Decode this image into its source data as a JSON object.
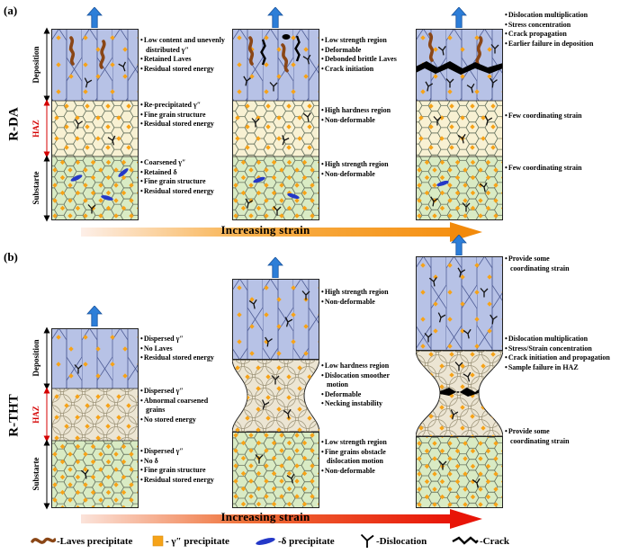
{
  "figure": {
    "label_a": "(a)",
    "label_b": "(b)",
    "row_a_title": "R-DA",
    "row_b_title": "R-THT",
    "axis": {
      "deposition": "Deposition",
      "haz": "HAZ",
      "substrate": "Substarte"
    },
    "strain_label": "Increasing strain"
  },
  "row_a": {
    "p1": {
      "dep": [
        "Low content and unevenly distributed γ″",
        "Retained Laves",
        "Residual stored energy"
      ],
      "haz": [
        "Re-precipitated γ″",
        "Fine grain structure",
        "Residual stored energy"
      ],
      "sub": [
        "Coarsened γ″",
        "Retained δ",
        "Fine grain structure",
        "Residual stored energy"
      ]
    },
    "p2": {
      "dep": [
        "Low strength region",
        "Deformable",
        "Debonded brittle Laves",
        "Crack initiation"
      ],
      "haz": [
        "High hardness region",
        "Non-deformable"
      ],
      "sub": [
        "High strength region",
        "Non-deformable"
      ]
    },
    "p3": {
      "dep": [
        "Dislocation multiplication",
        "Stress concentration",
        "Crack propagation",
        "Earlier failure in deposition"
      ],
      "haz": [
        "Few coordinating strain"
      ],
      "sub": [
        "Few coordinating strain"
      ]
    }
  },
  "row_b": {
    "p1": {
      "dep": [
        "Dispersed γ″",
        "No Laves",
        "Residual stored energy"
      ],
      "haz": [
        "Dispersed γ″",
        "Abnormal coarsened grains",
        "No stored energy"
      ],
      "sub": [
        "Dispersed γ″",
        "No δ",
        "Fine grain structure",
        "Residual stored energy"
      ]
    },
    "p2": {
      "dep": [
        "High strength region",
        "Non-deformable"
      ],
      "haz": [
        "Low hardness region",
        "Dislocation smoother motion",
        "Deformable",
        "Necking instability"
      ],
      "sub": [
        "Low strength region",
        "Fine grains obstacle dislocation motion",
        "Non-deformable"
      ]
    },
    "p3": {
      "dep": [
        "Provide some coordinating strain"
      ],
      "haz": [
        "Dislocation multiplication",
        "Stress/Strain concentration",
        "Crack initiation and propagation",
        "Sample failure in HAZ"
      ],
      "sub": [
        "Provide some coordinating strain"
      ]
    }
  },
  "legend": {
    "laves": "-Laves precipitate",
    "gamma": "- γ″ precipitate",
    "delta": "-δ precipitate",
    "dislocation": "-Dislocation",
    "crack": "-Crack"
  },
  "colors": {
    "deposition_fill": "#b7c2e6",
    "haz_fill_a": "#f8f1d3",
    "haz_fill_b": "#ece5d3",
    "substrate_fill": "#d9ebc4",
    "gamma_precipitate": "#f6a319",
    "laves_precipitate": "#8a4616",
    "delta_precipitate": "#2438c8",
    "haz_label": "#d40000",
    "strain_arrow_a": "#f59114",
    "strain_arrow_b": "#e81508",
    "tension_arrow": "#2d7ed8"
  }
}
